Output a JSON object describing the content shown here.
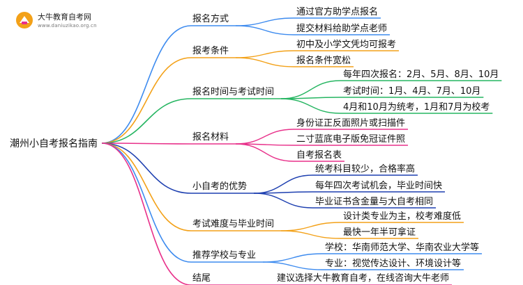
{
  "logo": {
    "title": "大牛教育自考网",
    "url": "www.daniuzikao.org.cn"
  },
  "root": "潮州小自考报名指南",
  "branches": [
    {
      "label": "报名方式",
      "color": "#3d8bef",
      "children": [
        "通过官方助学点报名",
        "提交材料给助学点老师"
      ]
    },
    {
      "label": "报考条件",
      "color": "#f3a118",
      "children": [
        "初中及小学文凭均可报考",
        "报名条件宽松"
      ]
    },
    {
      "label": "报名时间与考试时间",
      "color": "#25b561",
      "children": [
        "每年四次报名：2月、5月、8月、10月",
        "考试时间：1月、4月、7月、10月",
        "4月和10月为统考，1月和7月为校考"
      ]
    },
    {
      "label": "报名材料",
      "color": "#e8308a",
      "children": [
        "身份证正反面照片或扫描件",
        "二寸蓝底电子版免冠证件照",
        "自考报名表"
      ]
    },
    {
      "label": "小自考的优势",
      "color": "#1d3fb0",
      "children": [
        "统考科目较少，合格率高",
        "每年四次考试机会，毕业时间快",
        "毕业证书含金量与大自考相同"
      ]
    },
    {
      "label": "考试难度与毕业时间",
      "color": "#f3a118",
      "children": [
        "设计类专业为主，校考难度低",
        "最快一年半可拿证"
      ]
    },
    {
      "label": "推荐学校与专业",
      "color": "#3d8bef",
      "children": [
        "学校：华南师范大学、华南农业大学等",
        "专业：视觉传达设计、环境设计等"
      ]
    },
    {
      "label": "结尾",
      "color": "#e8308a",
      "children": [
        "建议选择大牛教育自考，在线咨询大牛老师"
      ]
    }
  ]
}
